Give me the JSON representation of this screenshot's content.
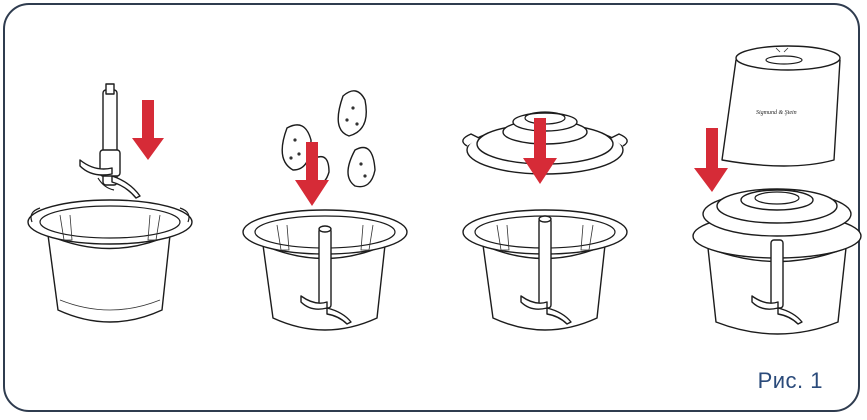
{
  "figure": {
    "label": "Рис. 1",
    "brand_mark": "Sigmund & Ştein",
    "accent_color": "#d62b37",
    "frame_color": "#2f3c4f",
    "label_color": "#2a4a7a"
  },
  "steps": [
    {
      "name": "insert-blade",
      "arrow": "red-down-arrow"
    },
    {
      "name": "add-food",
      "arrow": "red-down-arrow"
    },
    {
      "name": "place-lid",
      "arrow": "red-down-arrow"
    },
    {
      "name": "attach-motor-unit",
      "arrow": "red-down-arrow"
    }
  ]
}
